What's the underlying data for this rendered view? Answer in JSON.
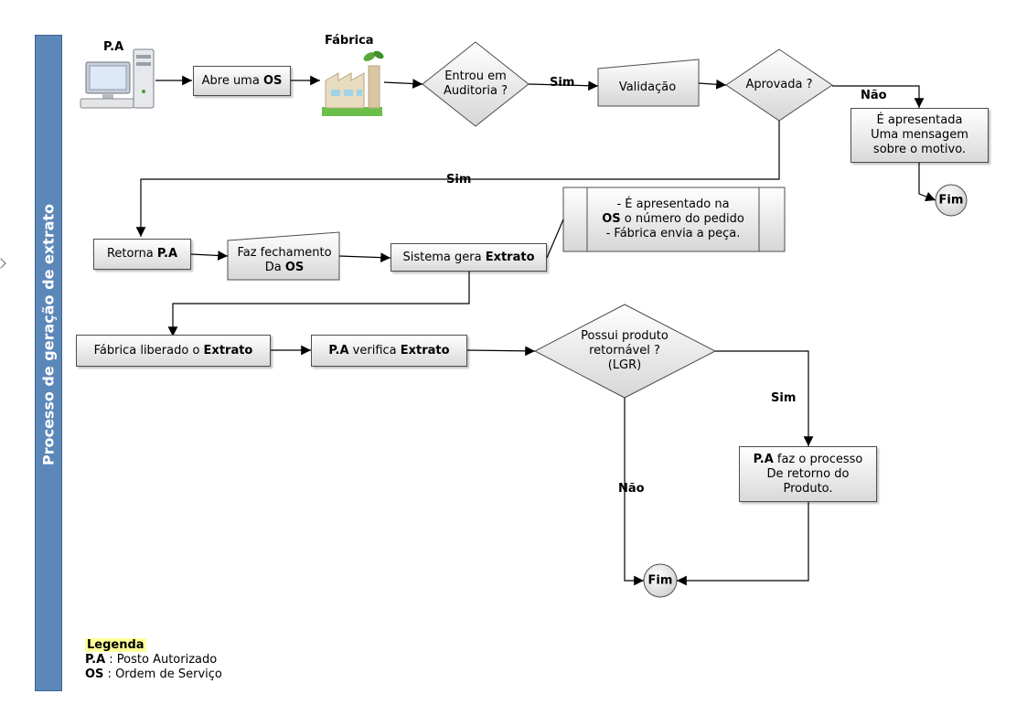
{
  "lane_title": "Processo de geração de extrato",
  "actors": {
    "pa": "P.A",
    "fabrica": "Fábrica"
  },
  "nodes": {
    "abre_os": {
      "text": "Abre uma ",
      "bold": "OS"
    },
    "auditoria": {
      "line1": "Entrou em",
      "line2": "Auditoria ?"
    },
    "validacao": "Validação",
    "aprovada": "Aprovada ?",
    "mensagem": {
      "line1": "É apresentada",
      "line2": "Uma mensagem",
      "line3": "sobre o motivo."
    },
    "fim": "Fim",
    "retorna_pa": {
      "text": "Retorna ",
      "bold": "P.A"
    },
    "fechamento": {
      "line1": "Faz fechamento",
      "line2_text": "Da ",
      "line2_bold": "OS"
    },
    "sistema_gera": {
      "text": "Sistema gera ",
      "bold": "Extrato"
    },
    "note": {
      "line1": "- É apresentado na",
      "line2_bold": "OS",
      "line2_text": " o número do pedido",
      "line3": "- Fábrica envia a peça."
    },
    "fabrica_liberado": {
      "text": "Fábrica liberado o ",
      "bold": "Extrato"
    },
    "pa_verifica": {
      "bold": "P.A",
      "text": " verifica ",
      "bold2": "Extrato"
    },
    "possui_produto": {
      "line1": "Possui produto",
      "line2": "retornável ?",
      "line3": "(LGR)"
    },
    "pa_processo": {
      "bold": "P.A",
      "text": " faz o processo",
      "line2": "De retorno do",
      "line3": "Produto."
    }
  },
  "edge_labels": {
    "sim": "Sim",
    "nao": "Não"
  },
  "legend": {
    "title": "Legenda",
    "items": [
      {
        "key": "P.A",
        "desc": " : Posto Autorizado"
      },
      {
        "key": "OS",
        "desc": " : Ordem de Serviço"
      }
    ]
  },
  "colors": {
    "lane": "#5b87b9",
    "legend_highlight": "#ffff99",
    "box_gradient_top": "#ffffff",
    "box_gradient_bottom": "#d9d9d9"
  },
  "icons": [
    "computer-icon",
    "factory-icon"
  ]
}
